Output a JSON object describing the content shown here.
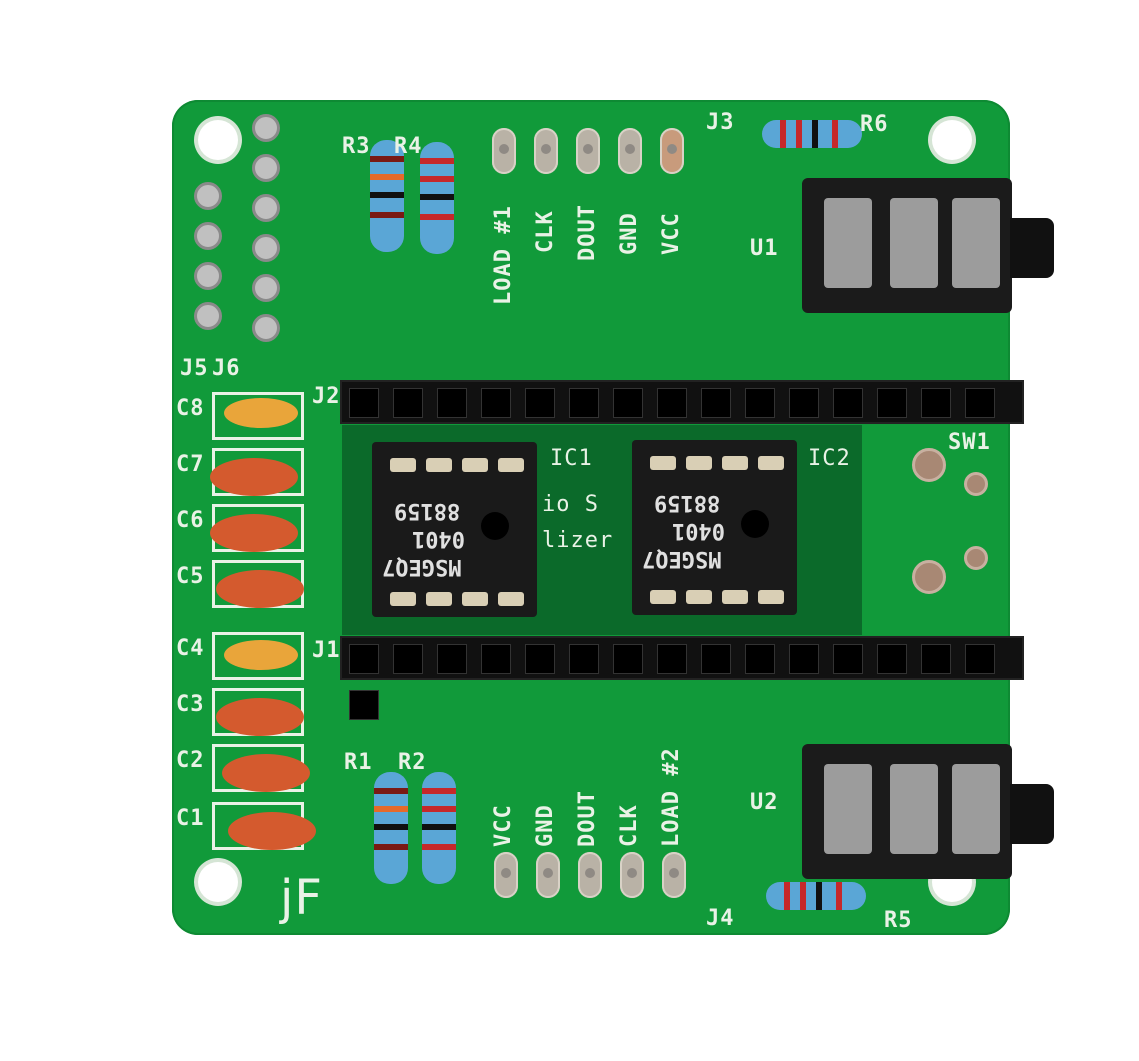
{
  "image": {
    "subject": "Green printed circuit board with two 8-pin ICs, two audio jacks, resistors, capacitors and pin headers",
    "board_color": "#119a3a",
    "background_color": "#ffffff"
  },
  "silkscreen": {
    "top_connector": {
      "ref": "J3",
      "pins": [
        "LOAD #1",
        "CLK",
        "DOUT",
        "GND",
        "VCC"
      ]
    },
    "bottom_connector": {
      "ref": "J4",
      "pins": [
        "VCC",
        "GND",
        "DOUT",
        "CLK",
        "LOAD #2"
      ]
    },
    "resistors": [
      "R1",
      "R2",
      "R3",
      "R4",
      "R5",
      "R6"
    ],
    "capacitors": [
      "C8",
      "C7",
      "C6",
      "C5",
      "C4",
      "C3",
      "C2",
      "C1"
    ],
    "headers": [
      "J1",
      "J2",
      "J5",
      "J6"
    ],
    "jacks": [
      "U1",
      "U2"
    ],
    "ics": [
      "IC1",
      "IC2"
    ],
    "switch": "SW1",
    "logo": "jF",
    "partial_text": [
      "io S",
      "lizer"
    ]
  },
  "chips": [
    {
      "ref": "IC1",
      "line1": "88159",
      "line2": "0401",
      "line3": "MSGEQ7"
    },
    {
      "ref": "IC2",
      "line1": "88159",
      "line2": "0401",
      "line3": "MSGEQ7"
    }
  ]
}
